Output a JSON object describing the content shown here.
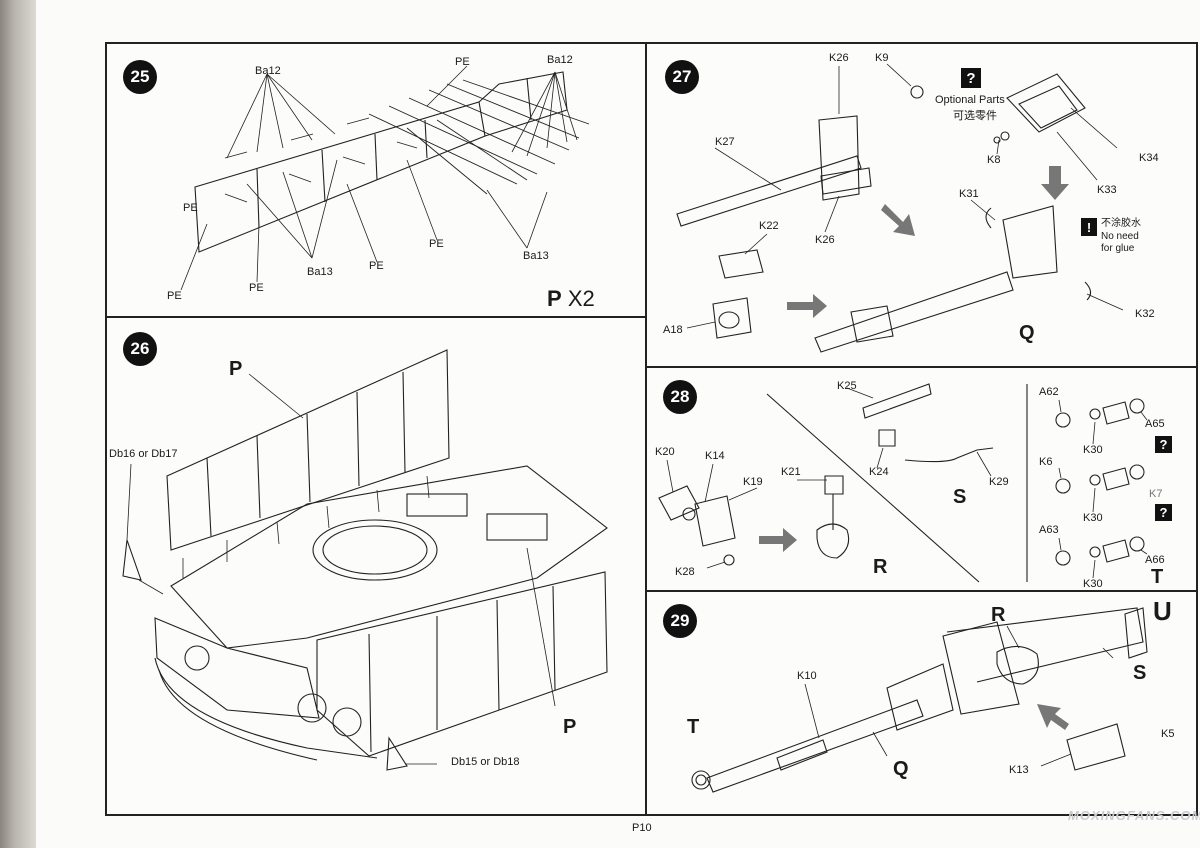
{
  "page": {
    "page_number": "P10",
    "watermark": "MOXINGFANS.COM"
  },
  "step25": {
    "number": "25",
    "labels": [
      "Ba12",
      "PE",
      "Ba12",
      "PE",
      "PE",
      "PE",
      "Ba13",
      "PE",
      "PE",
      "Ba13"
    ],
    "multiplier_letter": "P",
    "multiplier_count": "X2"
  },
  "step26": {
    "number": "26",
    "labels": [
      "P",
      "Db16 or Db17",
      "P",
      "Db15 or Db18"
    ]
  },
  "step27": {
    "number": "27",
    "labels": [
      "K26",
      "K9",
      "K27",
      "K8",
      "K34",
      "K33",
      "K31",
      "K22",
      "K26",
      "K32",
      "A18"
    ],
    "optional_en": "Optional Parts",
    "optional_cn": "可选零件",
    "glue_cn": "不涂胶水",
    "glue_en_1": "No need",
    "glue_en_2": "for glue",
    "subassembly": "Q"
  },
  "step28": {
    "number": "28",
    "labels": [
      "K25",
      "A62",
      "A65",
      "K20",
      "K14",
      "K30",
      "K19",
      "K21",
      "K24",
      "K6",
      "K29",
      "K7",
      "K30",
      "A63",
      "K28",
      "A66",
      "K30"
    ],
    "subassembly_r": "R",
    "subassembly_s": "S",
    "subassembly_t": "T"
  },
  "step29": {
    "number": "29",
    "labels": [
      "K10",
      "K13",
      "K5"
    ],
    "assemblies": [
      "U",
      "R",
      "S",
      "T",
      "Q"
    ]
  },
  "icons": {
    "optional": "question-mark-box-icon",
    "warning": "exclamation-box-icon",
    "arrow": "assembly-arrow-icon"
  },
  "colors": {
    "ink": "#1a1a1a",
    "paper": "#fbfbfa",
    "arrow": "#6e6e6e"
  }
}
